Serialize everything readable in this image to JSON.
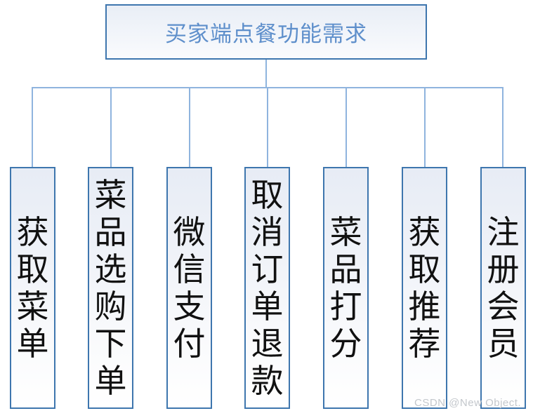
{
  "diagram": {
    "type": "org-chart",
    "orientation": "top-down",
    "root": {
      "label": "买家端点餐功能需求",
      "text_color": "#5E8FCB",
      "border_color": "#3E76AE",
      "fill_top": "#E9EEF6",
      "fill_bottom": "#FAFBFD"
    },
    "connector_color": "#8FB4DE",
    "leaves": [
      {
        "label": "获取菜单",
        "char_count": 4
      },
      {
        "label": "菜品选购下单",
        "char_count": 6
      },
      {
        "label": "微信支付",
        "char_count": 4
      },
      {
        "label": "取消订单退款",
        "char_count": 6
      },
      {
        "label": "菜品打分",
        "char_count": 4
      },
      {
        "label": "获取推荐",
        "char_count": 4
      },
      {
        "label": "注册会员",
        "char_count": 4
      }
    ],
    "leaf_style": {
      "border_color": "#3E76AE",
      "fill_top": "#E7ECF5",
      "fill_bottom": "#FFFFFF",
      "text_color": "#111111",
      "writing_mode": "vertical"
    }
  },
  "watermark": {
    "text": "CSDN @New Object.",
    "color": "#C3C7CC"
  }
}
